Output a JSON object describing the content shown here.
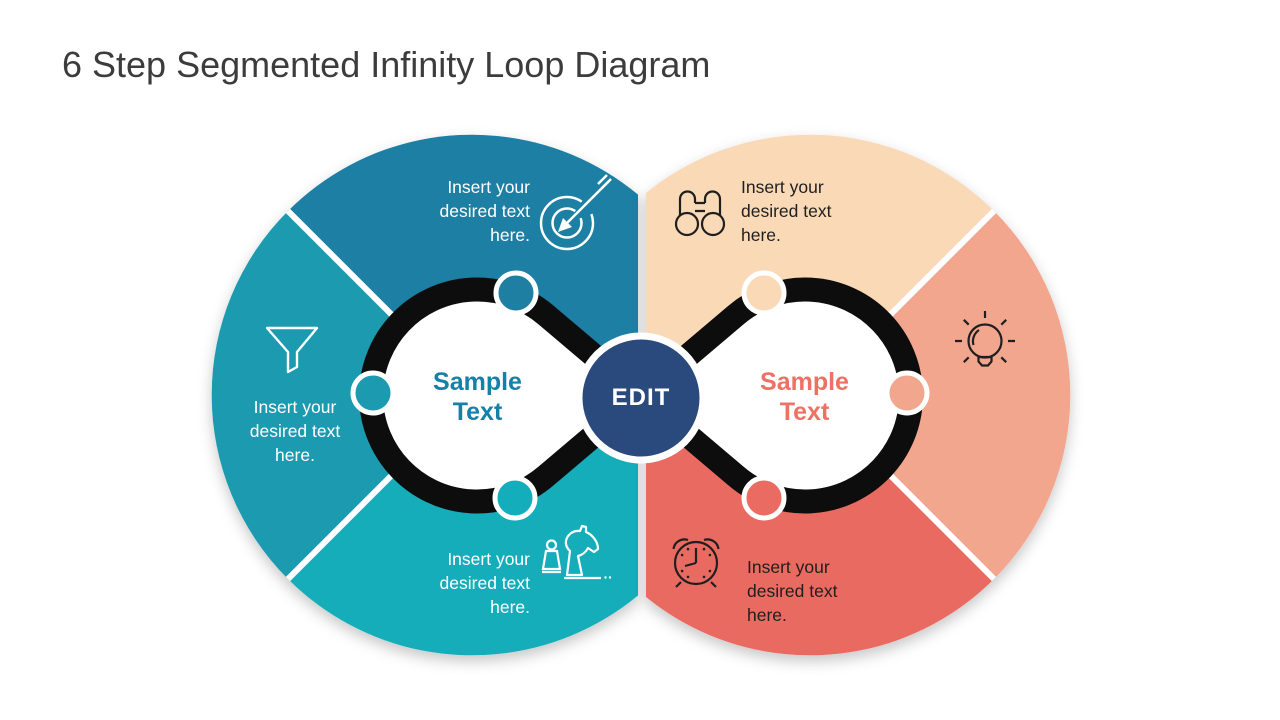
{
  "slide": {
    "title": "6 Step Segmented Infinity Loop Diagram"
  },
  "center_button": {
    "label": "EDIT",
    "color": "#2a4a7d",
    "border_color": "#ffffff"
  },
  "loop_color": "#0d0d0d",
  "loops": {
    "left": {
      "lines": [
        "Sample",
        "Text"
      ],
      "text_color": "#1680a8"
    },
    "right": {
      "lines": [
        "Sample",
        "Text"
      ],
      "text_color": "#ee7164"
    }
  },
  "segments": [
    {
      "name": "left-top",
      "color": "#1e7fa3",
      "icon": "target-arrow-icon",
      "text_color": "#ffffff",
      "lines": [
        "Insert your",
        "desired text",
        "here."
      ]
    },
    {
      "name": "left-middle",
      "color": "#1b9ab0",
      "icon": "funnel-icon",
      "text_color": "#ffffff",
      "lines": [
        "Insert your",
        "desired text",
        "here."
      ]
    },
    {
      "name": "left-bottom",
      "color": "#13adbb",
      "icon": "chess-strategy-icon",
      "text_color": "#ffffff",
      "lines": [
        "Insert your",
        "desired text",
        "here."
      ]
    },
    {
      "name": "right-top",
      "color": "#f9d9b6",
      "icon": "binoculars-icon",
      "text_color": "#1f1f1f",
      "lines": [
        "Insert your",
        "desired text",
        "here."
      ]
    },
    {
      "name": "right-middle",
      "color": "#f2a68d",
      "icon": "lightbulb-icon",
      "text_color": "#1f1f1f",
      "lines": []
    },
    {
      "name": "right-bottom",
      "color": "#e96b61",
      "icon": "alarm-clock-icon",
      "text_color": "#1f1f1f",
      "lines": [
        "Insert your",
        "desired text",
        "here."
      ]
    }
  ]
}
